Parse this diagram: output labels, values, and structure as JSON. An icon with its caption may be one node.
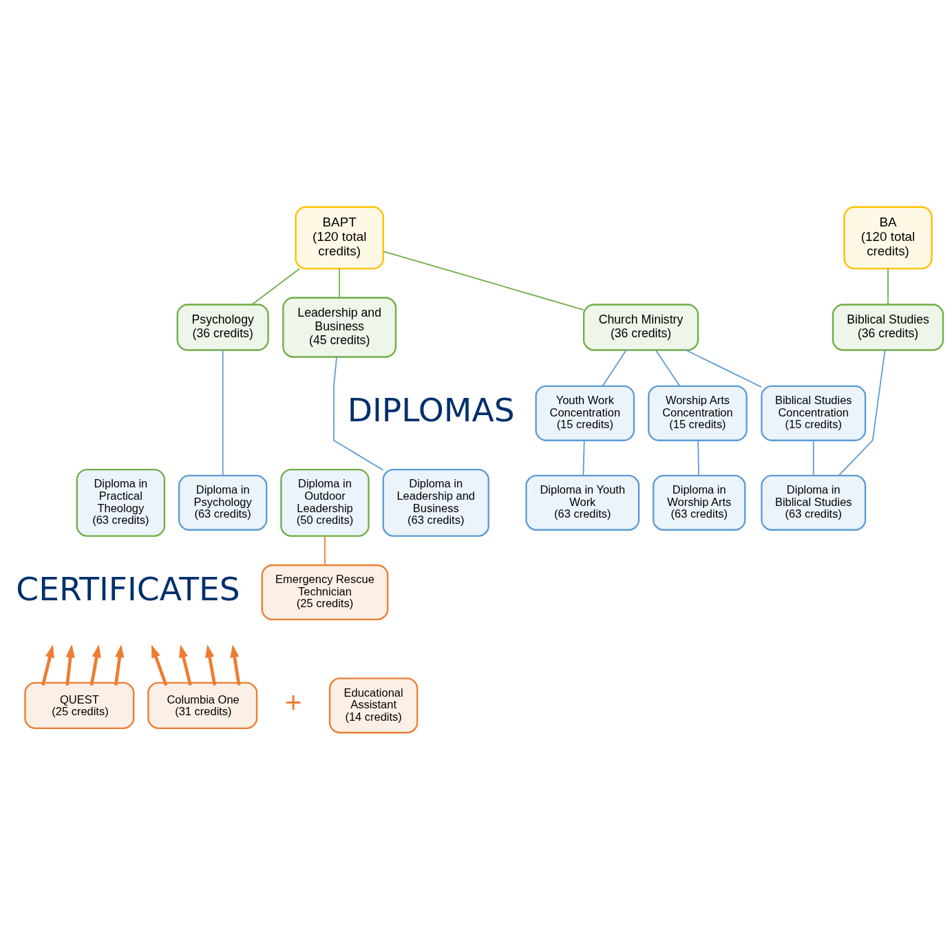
{
  "diagram": {
    "nodes": [
      {
        "text": [
          "BAPT",
          "(120 total credits)"
        ]
      },
      {
        "text": [
          "BA",
          "(120 total credits)"
        ]
      },
      {
        "text": [
          "Psychology",
          "(36 credits)"
        ]
      },
      {
        "text": [
          "Leadership and Business",
          "(45 credits)"
        ]
      },
      {
        "text": [
          "Church Ministry",
          "(36 credits)"
        ]
      },
      {
        "text": [
          "Biblical Studies",
          "(36 credits)"
        ]
      },
      {
        "text": [
          "Youth Work Concentration",
          "(15 credits)"
        ]
      },
      {
        "text": [
          "Worship Arts Concentration",
          "(15 credits)"
        ]
      },
      {
        "text": [
          "Biblical Studies Concentration",
          "(15 credits)"
        ]
      },
      {
        "text": [
          "Diploma in Practical Theology",
          "(63 credits)"
        ]
      },
      {
        "text": [
          "Diploma in Psychology",
          "(63 credits)"
        ]
      },
      {
        "text": [
          "Diploma in Outdoor Leadership",
          "(50 credits)"
        ]
      },
      {
        "text": [
          "Diploma in Leadership and Business",
          "(63 credits)"
        ]
      },
      {
        "text": [
          "Diploma in Youth Work",
          "(63 credits)"
        ]
      },
      {
        "text": [
          "Diploma in Worship Arts",
          "(63 credits)"
        ]
      },
      {
        "text": [
          "Diploma in Biblical Studies",
          "(63 credits)"
        ]
      },
      {
        "text": [
          "Emergency Rescue Technician",
          "(25 credits)"
        ]
      },
      {
        "text": [
          "QUEST",
          "(25 credits)"
        ]
      },
      {
        "text": [
          "Columbia One",
          "(31 credits)"
        ]
      },
      {
        "text": [
          "Educational Assistant",
          "(14 credits)"
        ]
      }
    ],
    "edges": [
      {
        "from": 0,
        "to": 2,
        "arrow": "none",
        "color": "#70ad47"
      },
      {
        "from": 0,
        "to": 3,
        "arrow": "none",
        "color": "#70ad47"
      },
      {
        "from": 0,
        "to": 4,
        "arrow": "none",
        "color": "#70ad47"
      },
      {
        "from": 1,
        "to": 5,
        "arrow": "none",
        "color": "#70ad47"
      },
      {
        "from": 4,
        "to": 6,
        "arrow": "none"
      },
      {
        "from": 4,
        "to": 7,
        "arrow": "none"
      },
      {
        "from": 4,
        "to": 8,
        "arrow": "none"
      },
      {
        "from": 2,
        "to": 10,
        "arrow": "none"
      },
      {
        "from": 3,
        "to": 12,
        "arrow": "none"
      },
      {
        "from": 6,
        "to": 13,
        "arrow": "none"
      },
      {
        "from": 7,
        "to": 14,
        "arrow": "none"
      },
      {
        "from": 8,
        "to": 15,
        "arrow": "none"
      },
      {
        "from": 5,
        "to": 15,
        "arrow": "none"
      },
      {
        "from": 11,
        "to": 16,
        "arrow": "none",
        "color": "#ed7d31"
      },
      {
        "from": 17,
        "to": null,
        "arrow": "to",
        "style": "thick",
        "color": "#ed7d31"
      },
      {
        "from": 17,
        "to": null,
        "arrow": "to",
        "style": "thick",
        "color": "#ed7d31"
      },
      {
        "from": 17,
        "to": null,
        "arrow": "to",
        "style": "thick",
        "color": "#ed7d31"
      },
      {
        "from": 17,
        "to": null,
        "arrow": "to",
        "style": "thick",
        "color": "#ed7d31"
      },
      {
        "from": 18,
        "to": null,
        "arrow": "to",
        "style": "thick",
        "color": "#ed7d31"
      },
      {
        "from": 18,
        "to": null,
        "arrow": "to",
        "style": "thick",
        "color": "#ed7d31"
      },
      {
        "from": 18,
        "to": null,
        "arrow": "to",
        "style": "thick",
        "color": "#ed7d31"
      },
      {
        "from": 18,
        "to": null,
        "arrow": "to",
        "style": "thick",
        "color": "#ed7d31"
      }
    ],
    "labels": [
      "DIPLOMAS",
      "CERTIFICATES",
      "+"
    ]
  }
}
